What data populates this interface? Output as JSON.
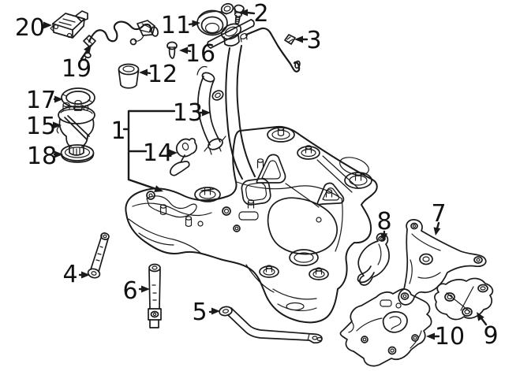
{
  "diagram": {
    "type": "exploded-parts-diagram",
    "subject": "fuel-tank-assembly",
    "background_color": "#ffffff",
    "line_color": "#1a1a1a",
    "callouts": [
      {
        "num": "1"
      },
      {
        "num": "2"
      },
      {
        "num": "3"
      },
      {
        "num": "4"
      },
      {
        "num": "5"
      },
      {
        "num": "6"
      },
      {
        "num": "7"
      },
      {
        "num": "8"
      },
      {
        "num": "9"
      },
      {
        "num": "10"
      },
      {
        "num": "11"
      },
      {
        "num": "12"
      },
      {
        "num": "13"
      },
      {
        "num": "14"
      },
      {
        "num": "15"
      },
      {
        "num": "16"
      },
      {
        "num": "17"
      },
      {
        "num": "18"
      },
      {
        "num": "19"
      },
      {
        "num": "20"
      }
    ]
  }
}
